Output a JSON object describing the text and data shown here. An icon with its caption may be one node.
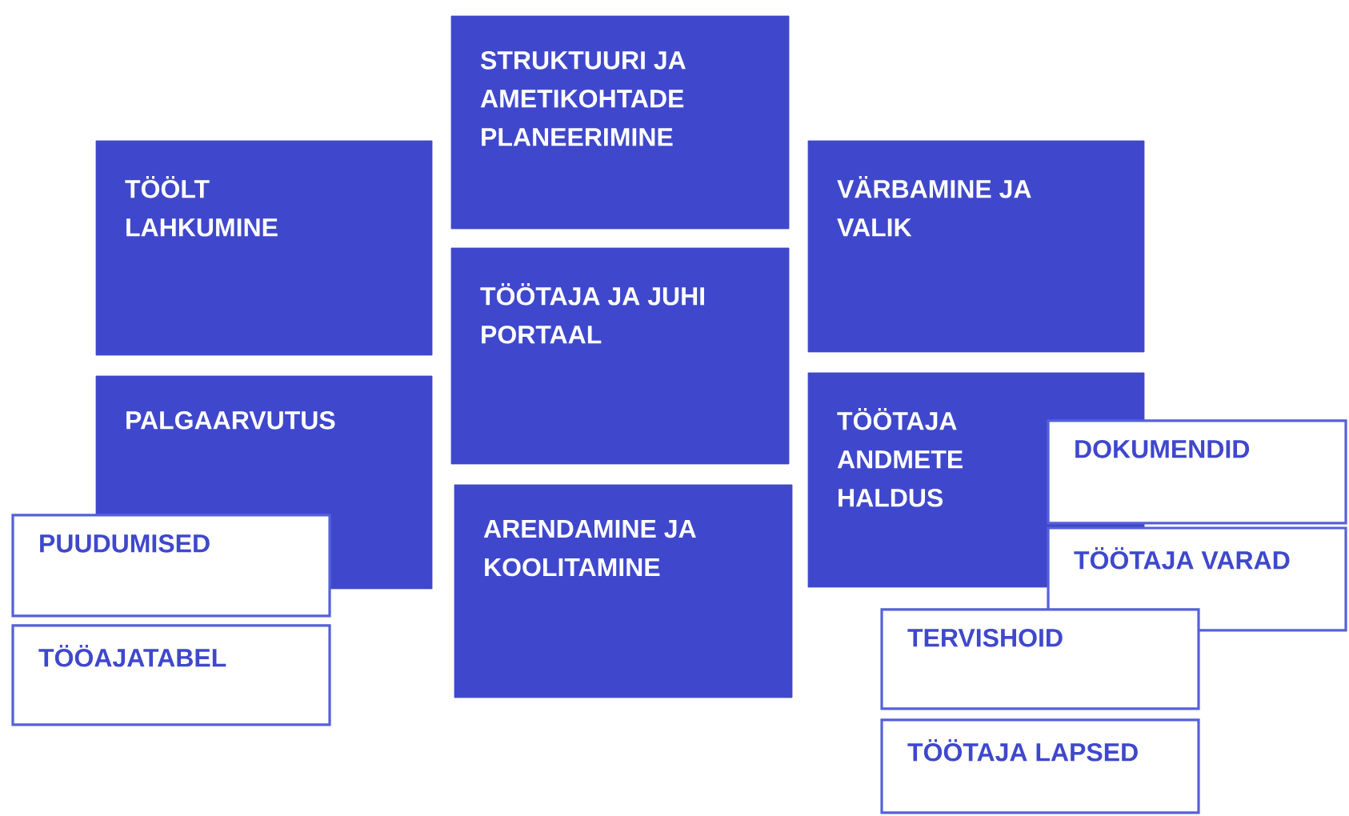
{
  "diagram": {
    "nodes": [
      {
        "text": [
          "STRUKTUURI JA AMETIKOHTADE PLANEERIMINE"
        ]
      },
      {
        "text": [
          "TÖÖLT LAHKUMINE"
        ]
      },
      {
        "text": [
          "VÄRBAMINE JA VALIK"
        ]
      },
      {
        "text": [
          "TÖÖTAJA JA JUHI PORTAAL"
        ]
      },
      {
        "text": [
          "PALGAARVUTUS"
        ]
      },
      {
        "text": [
          "TÖÖTAJA ANDMETE HALDUS"
        ]
      },
      {
        "text": [
          "ARENDAMINE JA KOOLITAMINE"
        ]
      },
      {
        "text": [
          "PUUDUMISED"
        ]
      },
      {
        "text": [
          "TÖÖAJATABEL"
        ]
      },
      {
        "text": [
          "DOKUMENDID"
        ]
      },
      {
        "text": [
          "TÖÖTAJA VARAD"
        ]
      },
      {
        "text": [
          "TERVISHOID"
        ]
      },
      {
        "text": [
          "TÖÖTAJA LAPSED"
        ]
      }
    ]
  }
}
